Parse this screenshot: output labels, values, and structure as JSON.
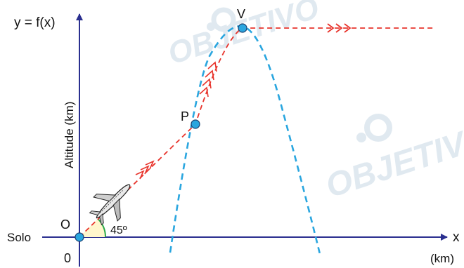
{
  "colors": {
    "axis": "#2a2f8f",
    "flight_path": "#e8342c",
    "parabola": "#2aa6df",
    "point_fill": "#2aa6df",
    "angle_fill": "#fff6cc",
    "angle_arc": "#2aa84a",
    "watermark": "#dde7ef"
  },
  "labels": {
    "y_axis": "y = f(x)",
    "x_axis": "x",
    "x_unit": "(km)",
    "altitude": "Altitude (km)",
    "ground": "Solo",
    "origin_zero": "0",
    "point_o": "O",
    "point_p": "P",
    "point_v": "V",
    "angle": "45º"
  },
  "watermark": {
    "text": "OBJETIVO"
  },
  "icons": {
    "airplane": "airplane-icon",
    "logo": "objetivo-logo-icon"
  }
}
